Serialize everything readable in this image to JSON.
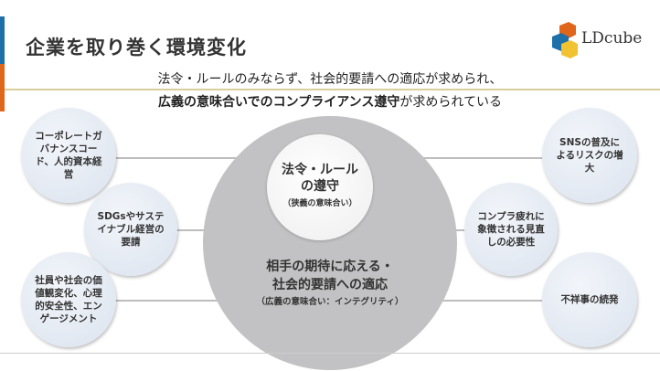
{
  "header": {
    "title": "企業を取り巻く環境変化",
    "logo_text": "LDcube",
    "colors": {
      "blue": "#1f6fa8",
      "orange": "#e0661c",
      "gold": "#d8cf9c"
    }
  },
  "subtitle": {
    "line1": "法令・ルールのみならず、社会的要請への適応が求められ、",
    "line2_bold": "広義の意味合いでのコンプライアンス遵守",
    "line2_rest": "が求められている"
  },
  "center": {
    "inner_title1": "法令・ルール",
    "inner_title2": "の遵守",
    "inner_note": "（狭義の意味合い）",
    "outer_title1": "相手の期待に応える・",
    "outer_title2": "社会的要請への適応",
    "outer_note": "（広義の意味合い：インテグリティ）"
  },
  "left_factors": [
    "コーポレートガバナンスコード、人的資本経営",
    "SDGsやサステイナブル経営の要請",
    "社員や社会の価値観変化、心理的安全性、エンゲージメント"
  ],
  "right_factors": [
    "SNSの普及によるリスクの増大",
    "コンプラ疲れに象徴される見直しの必要性",
    "不祥事の続発"
  ]
}
